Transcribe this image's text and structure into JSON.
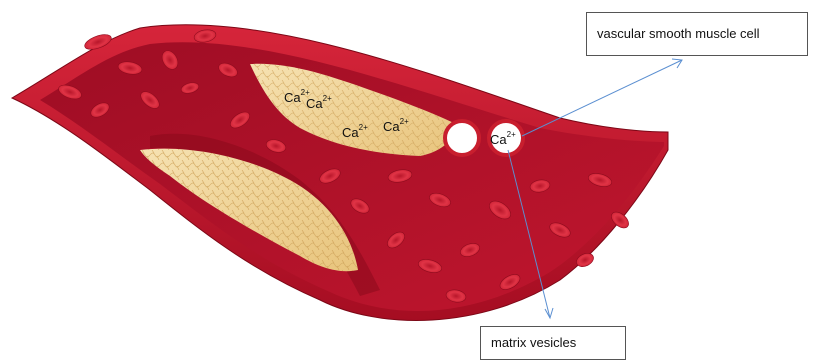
{
  "labels": {
    "vascular_smooth_muscle_cell": "vascular smooth muscle cell",
    "matrix_vesicles": "matrix vesicles"
  },
  "ions": [
    {
      "symbol": "Ca",
      "charge": "2+"
    },
    {
      "symbol": "Ca",
      "charge": "2+"
    },
    {
      "symbol": "Ca",
      "charge": "2+"
    },
    {
      "symbol": "Ca",
      "charge": "2+"
    },
    {
      "symbol": "Ca",
      "charge": "2+"
    }
  ],
  "colors": {
    "vessel_wall": "#c0122a",
    "vessel_wall_dark": "#8a0a1c",
    "lumen": "#b0102a",
    "red_blood_cell": "#d8283c",
    "plaque": "#f1d9a0",
    "plaque_fiber": "#d9b46a",
    "vesicle_border": "#c81e2e",
    "arrow": "#5b8fd1"
  },
  "icons": [
    "red-blood-cell-icon",
    "matrix-vesicle-icon",
    "plaque-icon"
  ]
}
